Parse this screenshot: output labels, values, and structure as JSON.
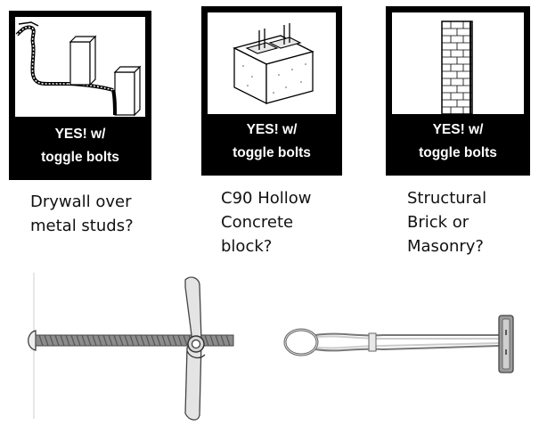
{
  "cards": [
    {
      "badge_line1": "YES! w/",
      "badge_line2": "toggle bolts",
      "caption_line1": "Drywall over",
      "caption_line2": "metal studs?",
      "caption_line3": ""
    },
    {
      "badge_line1": "YES! w/",
      "badge_line2": "toggle bolts",
      "caption_line1": "C90 Hollow",
      "caption_line2": "Concrete",
      "caption_line3": "block?"
    },
    {
      "badge_line1": "YES! w/",
      "badge_line2": "toggle bolts",
      "caption_line1": "Structural",
      "caption_line2": "Brick or",
      "caption_line3": "Masonry?"
    }
  ],
  "colors": {
    "card_background": "#000000",
    "badge_text": "#ffffff",
    "caption_text": "#111111"
  },
  "icons": [
    "drywall-studs-illustration",
    "hollow-concrete-block-illustration",
    "brick-column-illustration",
    "spring-toggle-bolt-illustration",
    "snap-toggle-illustration"
  ]
}
